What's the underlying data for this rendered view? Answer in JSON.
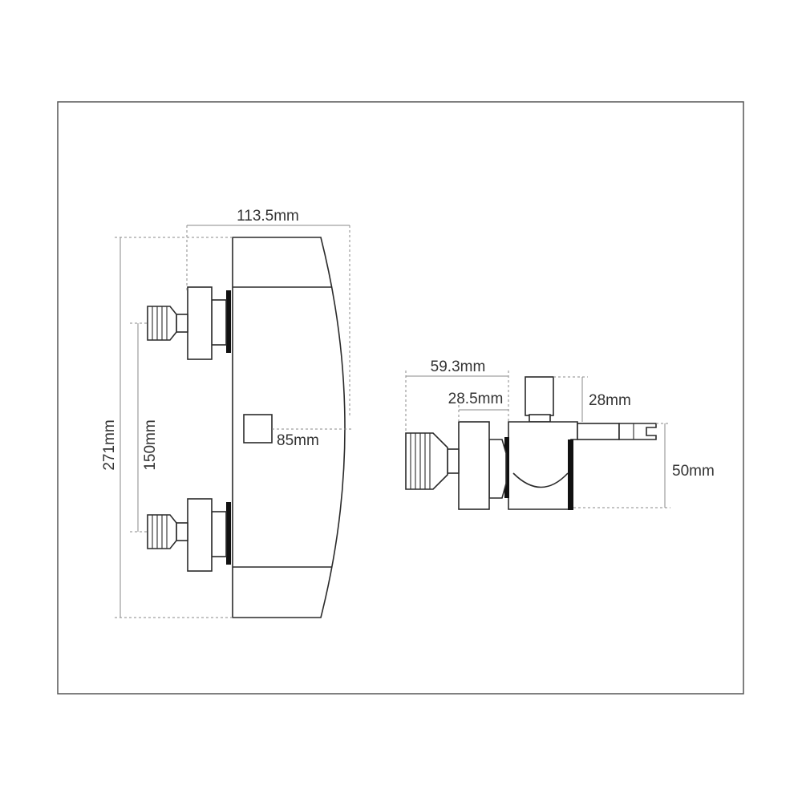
{
  "front_view": {
    "width_label": "113.5mm",
    "height_label": "271mm",
    "inlet_spacing_label": "150mm",
    "control_label": "85mm"
  },
  "side_view": {
    "depth_label": "59.3mm",
    "body_depth_label": "28.5mm",
    "knob_label": "28mm",
    "body_height_label": "50mm"
  }
}
